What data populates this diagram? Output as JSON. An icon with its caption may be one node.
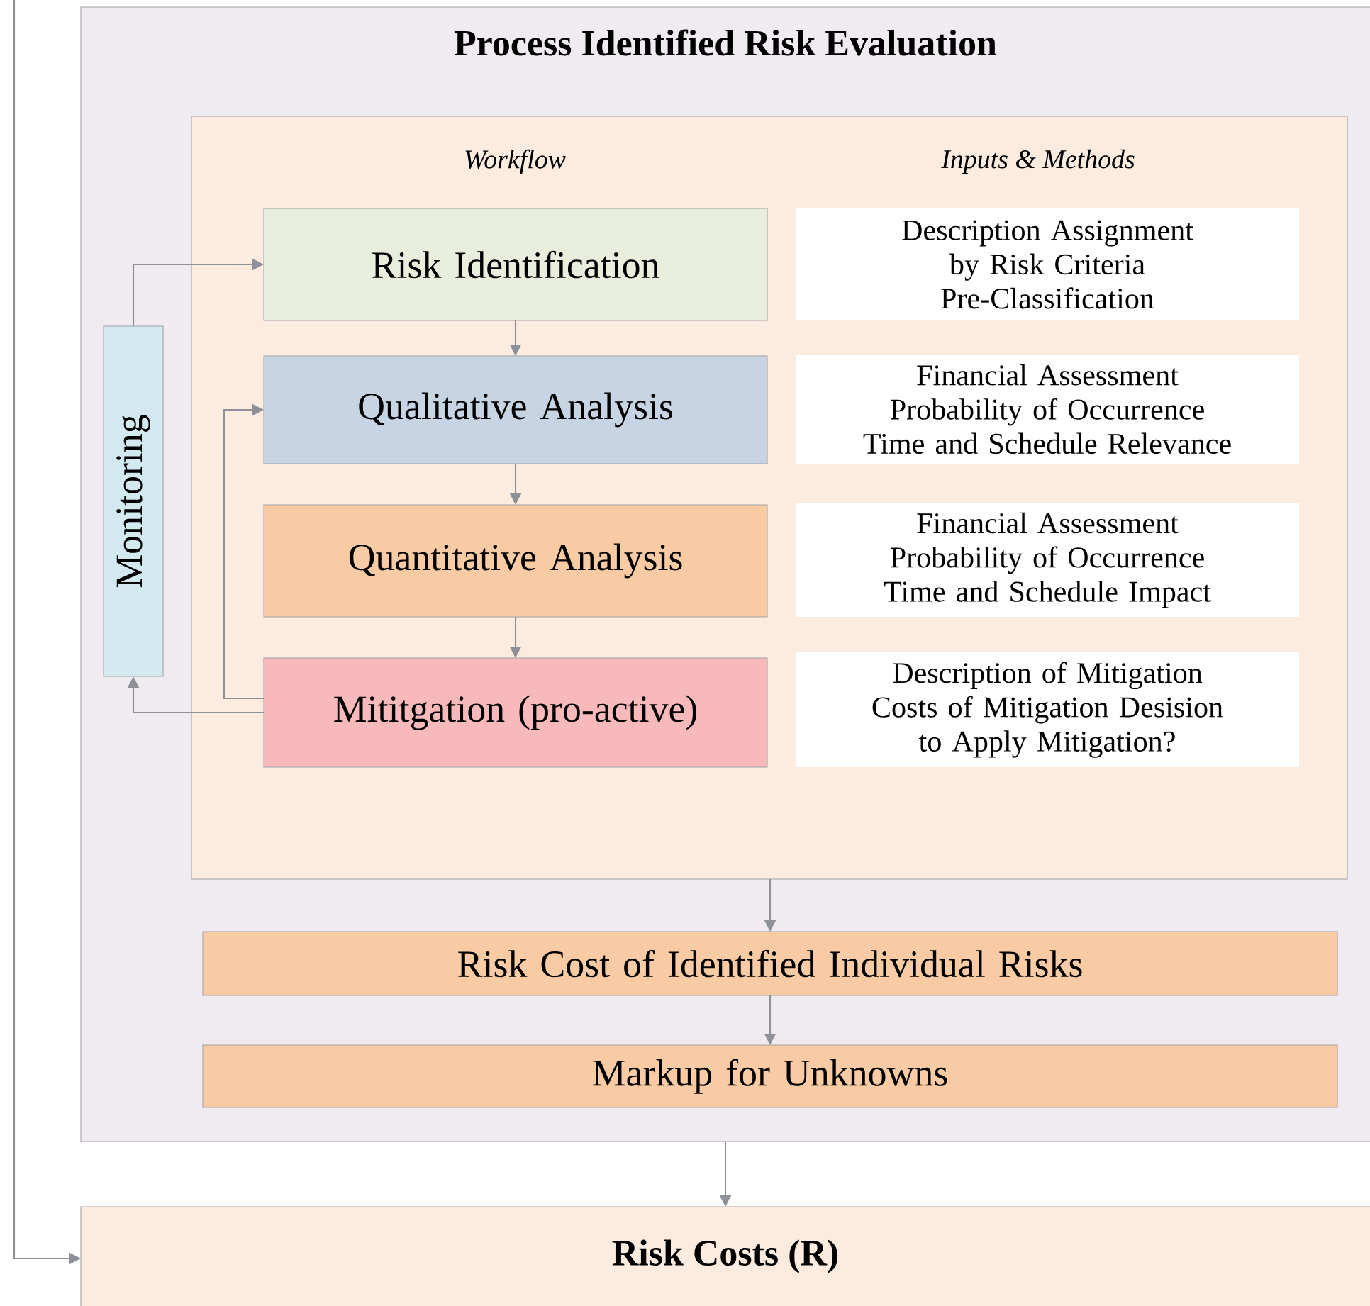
{
  "diagram": {
    "nodes": [
      {
        "text": [
          "Process Identified Risk Evaluation"
        ]
      },
      {
        "text": [
          "Workflow",
          "Inputs & Methods"
        ],
        "in": 0
      },
      {
        "text": [
          "Monitoring"
        ],
        "in": 0
      },
      {
        "text": [
          "Risk Identification"
        ],
        "in": 1
      },
      {
        "text": [
          "Qualitative Analysis"
        ],
        "in": 1
      },
      {
        "text": [
          "Quantitative Analysis"
        ],
        "in": 1
      },
      {
        "text": [
          "Mititgation (pro-active)"
        ],
        "in": 1
      },
      {
        "text": [
          "Description Assignment by Risk Criteria Pre-Classification"
        ],
        "in": 1
      },
      {
        "text": [
          "Financial Assessment Probability of Occurrence Time and Schedule Relevance"
        ],
        "in": 1
      },
      {
        "text": [
          "Financial Assessment Probability of Occurrence Time and Schedule Impact"
        ],
        "in": 1
      },
      {
        "text": [
          "Description of Mitigation Costs of Mitigation Desision to Apply Mitigation?"
        ],
        "in": 1
      },
      {
        "text": [
          "Risk Cost of Identified Individual Risks"
        ],
        "in": 0
      },
      {
        "text": [
          "Markup for Unknowns"
        ],
        "in": 0
      },
      {
        "text": [
          "Risk Costs (R)"
        ]
      }
    ],
    "edges": [
      {
        "from": 3,
        "to": 4,
        "arrow": "to"
      },
      {
        "from": 4,
        "to": 5,
        "arrow": "to"
      },
      {
        "from": 5,
        "to": 6,
        "arrow": "to"
      },
      {
        "from": 6,
        "to": 4,
        "arrow": "to"
      },
      {
        "from": 6,
        "to": 2,
        "arrow": "to"
      },
      {
        "from": 2,
        "to": 3,
        "arrow": "to"
      },
      {
        "from": 1,
        "to": 11,
        "arrow": "to"
      },
      {
        "from": 11,
        "to": 12,
        "arrow": "to"
      },
      {
        "from": 0,
        "to": 13,
        "arrow": "to"
      },
      {
        "from": null,
        "to": 13,
        "arrow": "to"
      }
    ]
  }
}
